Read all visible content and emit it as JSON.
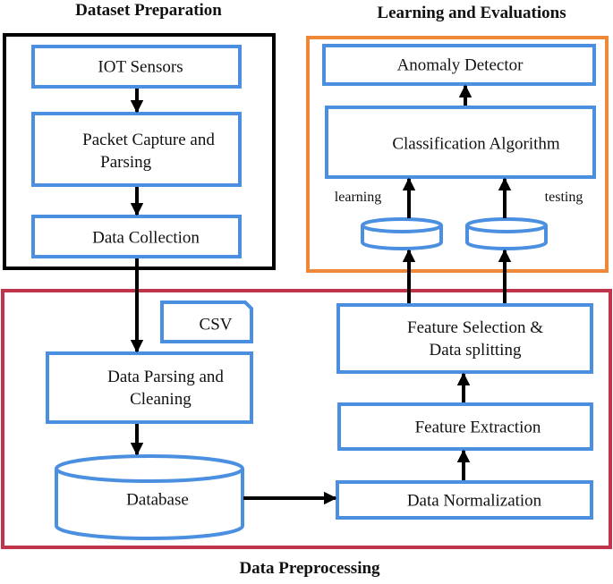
{
  "sections": {
    "dataset_preparation": "Dataset Preparation",
    "learning_evaluations": "Learning and Evaluations",
    "data_preprocessing": "Data Preprocessing"
  },
  "nodes": {
    "iot_sensors": "IOT Sensors",
    "packet_capture_line1": "Packet Capture and",
    "packet_capture_line2": "Parsing",
    "data_collection": "Data Collection",
    "csv": "CSV",
    "data_parsing_line1": "Data Parsing and",
    "data_parsing_line2": "Cleaning",
    "database": "Database",
    "data_normalization": "Data Normalization",
    "feature_extraction": "Feature Extraction",
    "feature_selection_line1": "Feature Selection &",
    "feature_selection_line2": "Data splitting",
    "classification_algorithm": "Classification Algorithm",
    "anomaly_detector": "Anomaly Detector"
  },
  "edge_labels": {
    "learning": "learning",
    "testing": "testing"
  },
  "colors": {
    "box_stroke": "#4a8fe0",
    "dataset_frame": "#000000",
    "learning_frame": "#f0883a",
    "preprocessing_frame": "#c0344c",
    "arrow": "#000000"
  }
}
